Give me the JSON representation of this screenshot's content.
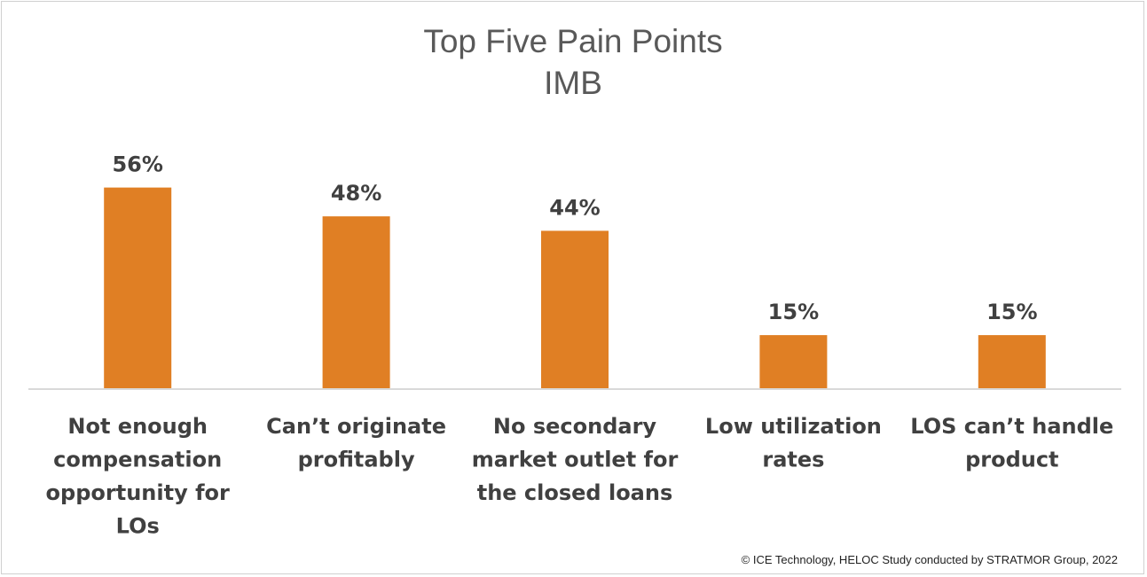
{
  "chart_data": {
    "type": "bar",
    "title": "Top Five Pain Points",
    "subtitle": "IMB",
    "categories": [
      "Not enough compensation opportunity for LOs",
      "Can’t originate profitably",
      "No secondary market outlet for the closed loans",
      "Low utilization rates",
      "LOS can’t handle product"
    ],
    "category_lines": [
      [
        "Not enough",
        "compensation",
        "opportunity for",
        "LOs"
      ],
      [
        "Can’t originate",
        "profitably"
      ],
      [
        "No secondary",
        "market outlet for",
        "the closed loans"
      ],
      [
        "Low utilization",
        "rates"
      ],
      [
        "LOS can’t handle",
        "product"
      ]
    ],
    "values": [
      56,
      48,
      44,
      15,
      15
    ],
    "data_labels": [
      "56%",
      "48%",
      "44%",
      "15%",
      "15%"
    ],
    "ylim": [
      0,
      100
    ],
    "grid": false,
    "legend": "none",
    "bar_color": "#E07F24",
    "axis_color": "#D9D9D9"
  },
  "footer": {
    "source": "© ICE Technology, HELOC Study conducted by STRATMOR Group, 2022"
  }
}
